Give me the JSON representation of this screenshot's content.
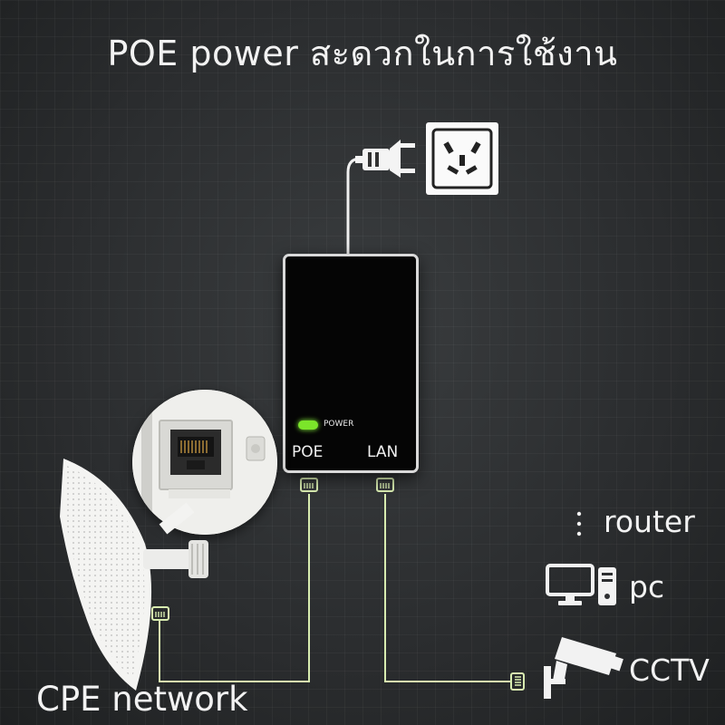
{
  "title": "POE power  สะดวกในการใช้งาน",
  "injector": {
    "led_label": "POWER",
    "port_poe": "POE",
    "port_lan": "LAN"
  },
  "legend": {
    "router": "router",
    "pc": "pc",
    "cctv": "CCTV"
  },
  "cpe_label": "CPE network",
  "colors": {
    "background": "#2d2f31",
    "wire": "#d8ecb0",
    "led": "#7be52a",
    "text": "#f2f2f2"
  },
  "icons": [
    "power-plug-icon",
    "wall-outlet-icon",
    "rj45-connector-icon",
    "kebab-menu-icon",
    "desktop-pc-icon",
    "cctv-camera-icon",
    "cpe-antenna-icon",
    "ethernet-port-icon"
  ]
}
